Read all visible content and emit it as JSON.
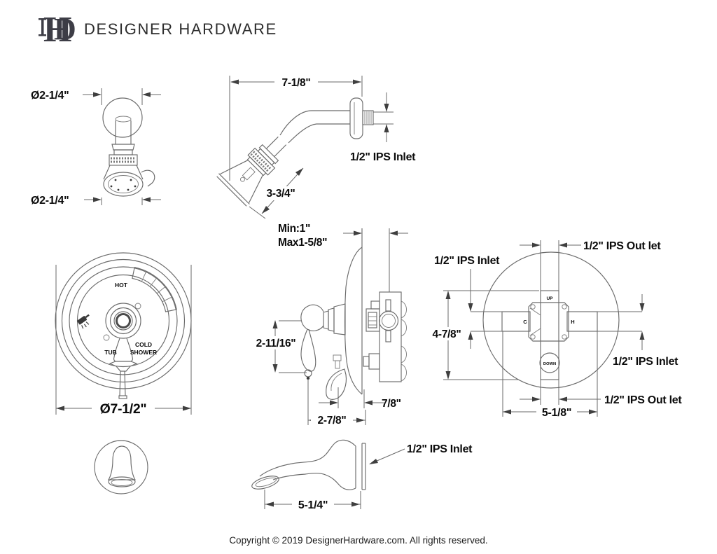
{
  "header": {
    "monogram_h": "H",
    "monogram_d": "D",
    "brand": "DESIGNER HARDWARE"
  },
  "footer": {
    "copyright": "Copyright © 2019 DesignerHardware.com. All rights reserved."
  },
  "labels": {
    "showerhead_front": {
      "flange_diameter": "Ø2-1/4\"",
      "face_diameter": "Ø2-1/4\""
    },
    "shower_arm": {
      "arm_length": "7-1/8\"",
      "head_length": "3-3/4\"",
      "inlet": "1/2\" IPS Inlet"
    },
    "trim_plate": {
      "hot": "HOT",
      "cold": "COLD",
      "shower": "SHOWER",
      "tub": "TUB",
      "plate_diameter": "Ø7-1/2\""
    },
    "valve_side": {
      "min_depth": "Min:1\"",
      "max_depth": "Max1-5/8\"",
      "handle_length": "2-11/16\"",
      "plate_depth": "7/8\"",
      "overall_depth": "2-7/8\""
    },
    "rough_in": {
      "outlet_top": "1/2\" IPS Out let",
      "inlet_left": "1/2\" IPS Inlet",
      "height": "4-7/8\"",
      "up": "UP",
      "cold_port": "C",
      "hot_port": "H",
      "down": "DOWN",
      "inlet_right": "1/2\" IPS Inlet",
      "outlet_bottom": "1/2\" IPS Out let",
      "width": "5-1/8\""
    },
    "tub_spout": {
      "inlet": "1/2\" IPS Inlet",
      "length": "5-1/4\""
    }
  }
}
